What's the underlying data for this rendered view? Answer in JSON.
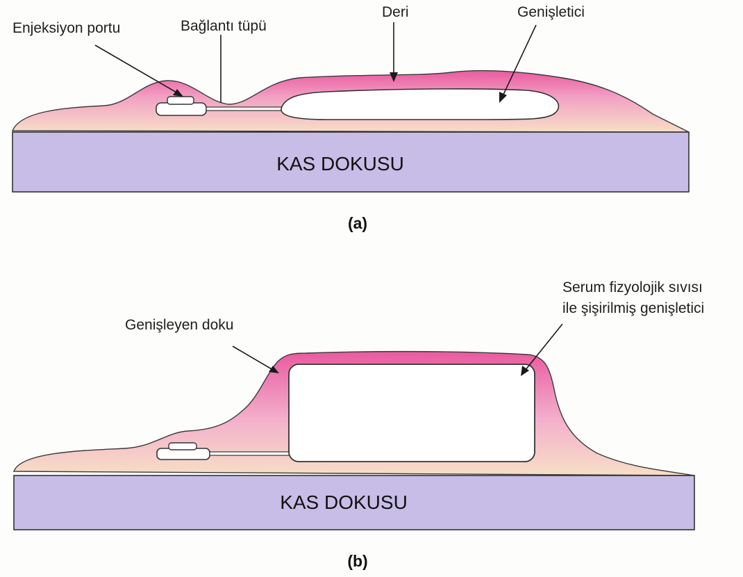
{
  "figure": {
    "panel_a": {
      "caption": "(a)",
      "muscle_label": "KAS DOKUSU",
      "labels": {
        "injection_port": "Enjeksiyon portu",
        "connecting_tube": "Bağlantı tüpü",
        "skin": "Deri",
        "expander": "Genişletici"
      }
    },
    "panel_b": {
      "caption": "(b)",
      "muscle_label": "KAS DOKUSU",
      "labels": {
        "expanding_tissue": "Genişleyen doku",
        "inflated_line1": "Serum fizyolojik sıvısı",
        "inflated_line2": "ile şişirilmiş genişletici"
      }
    },
    "colors": {
      "skin_pink": "#e9549b",
      "skin_light_pink": "#f3a7c8",
      "subcutaneous_peach": "#f6dcc2",
      "muscle_lavender": "#c7bde6",
      "outline": "#333333",
      "expander_fill": "#ffffff"
    }
  }
}
